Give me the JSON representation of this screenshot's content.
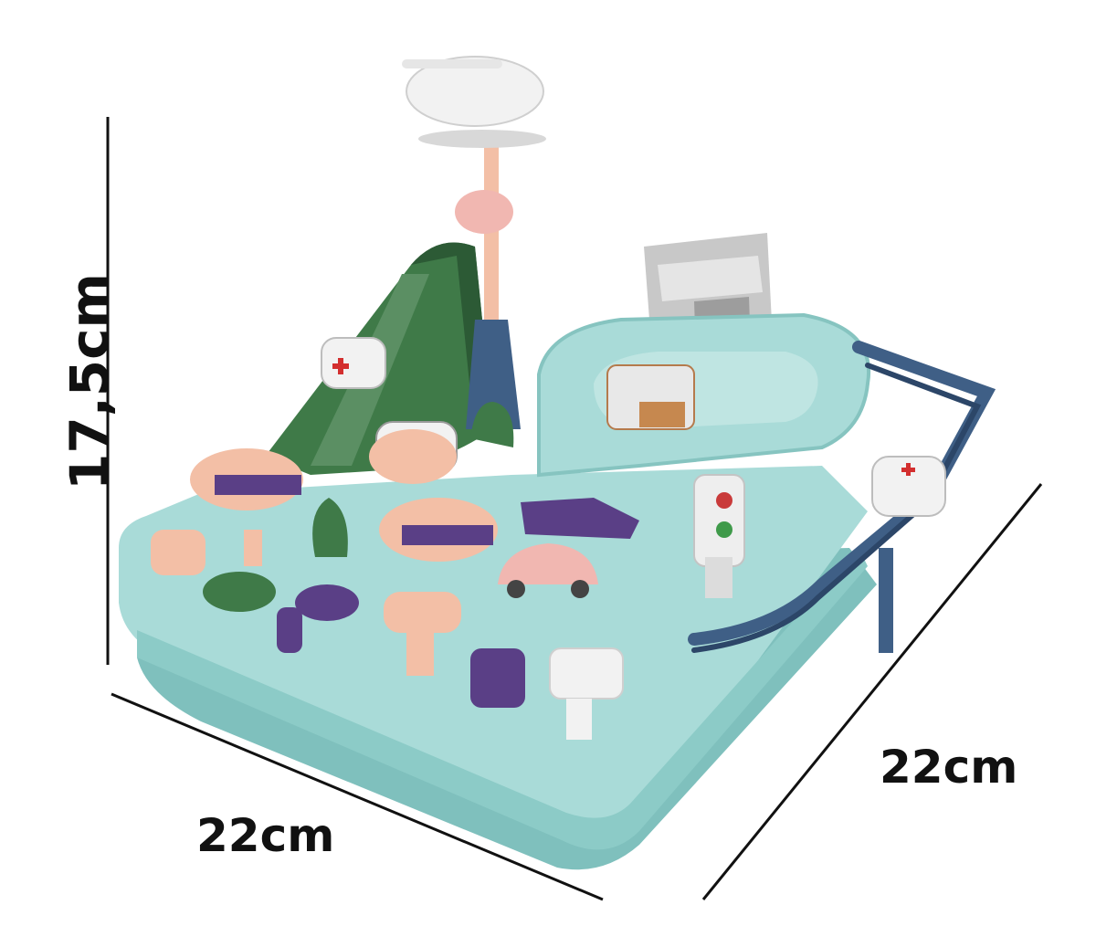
{
  "dimensions": {
    "height": "17,5cm",
    "front_width": "22cm",
    "side_depth": "22cm"
  },
  "colors": {
    "base": "#a9dbd8",
    "base_dark": "#7fc0bd",
    "green": "#3f7a48",
    "green_dark": "#2c5a35",
    "navy": "#3f5f86",
    "navy_dark": "#2c4668",
    "peach": "#f3bfa6",
    "purple": "#5a3f86",
    "white": "#f2f2f2",
    "gray": "#b9b9b9",
    "line": "#111111"
  }
}
